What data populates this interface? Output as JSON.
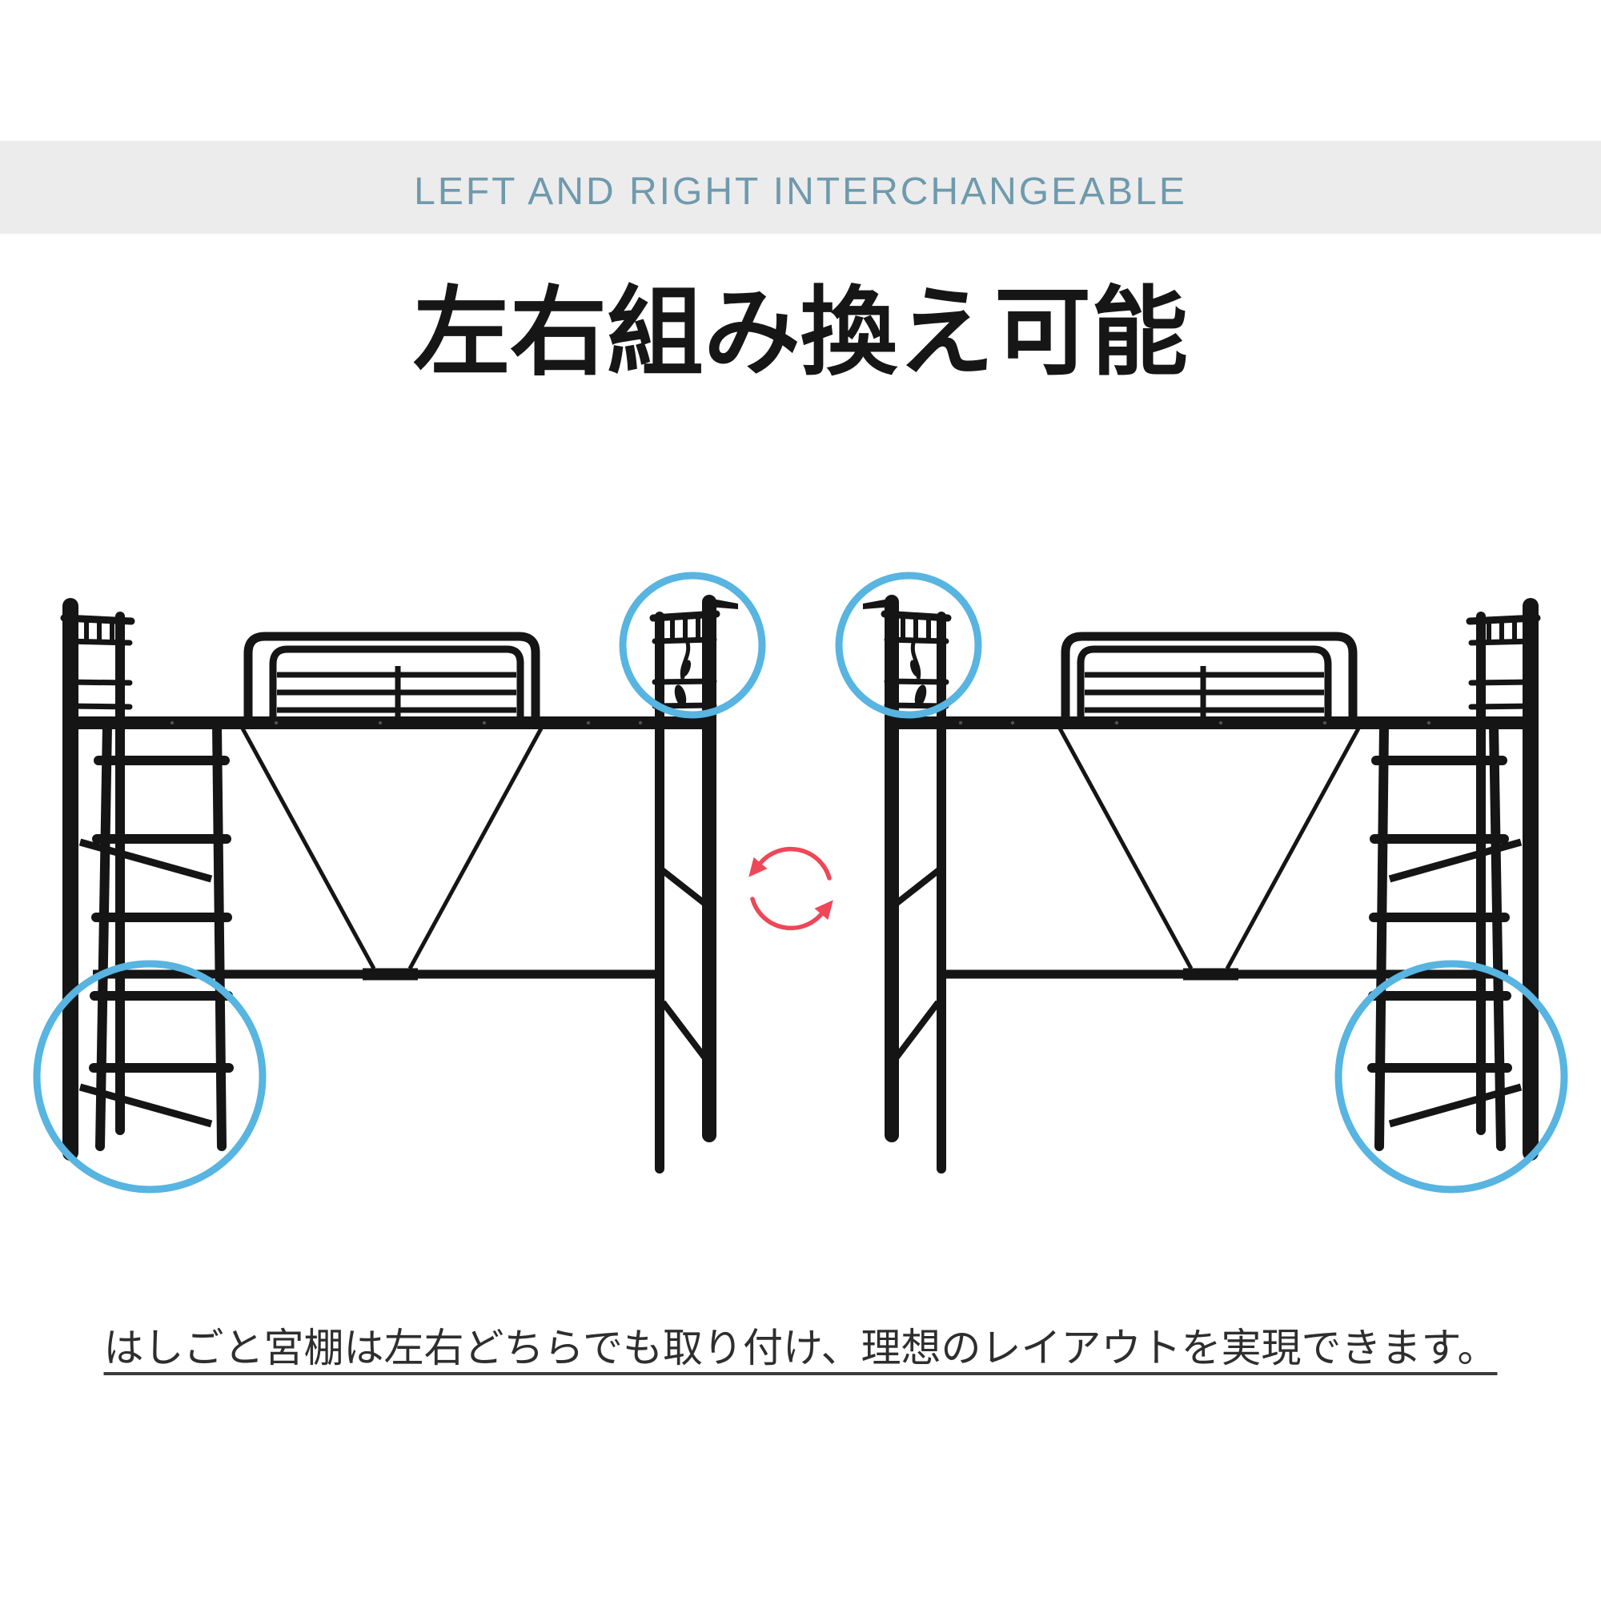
{
  "banner": {
    "label": "LEFT AND RIGHT INTERCHANGEABLE"
  },
  "heading": {
    "title": "左右組み換え可能"
  },
  "description": {
    "text": "はしごと宮棚は左右どちらでも取り付け、理想のレイアウトを実現できます。"
  },
  "illustration": {
    "left_bed": "loft-bed-ladder-on-left",
    "right_bed": "loft-bed-ladder-on-right",
    "swap_icon": "circular-rotation-arrows-icon",
    "highlights": [
      "shelf-and-hook-top-highlight-left-bed",
      "ladder-bottom-highlight-left-bed",
      "shelf-and-hook-top-highlight-right-bed",
      "ladder-bottom-highlight-right-bed"
    ]
  },
  "colors": {
    "banner_bg": "#ececec",
    "banner_text": "#6f9aad",
    "heading_text": "#161616",
    "body_text": "#2e2e2e",
    "highlight_blue": "#58b4e0",
    "accent_red": "#ef4658",
    "bed_black": "#151515",
    "page_bg": "#ffffff"
  }
}
